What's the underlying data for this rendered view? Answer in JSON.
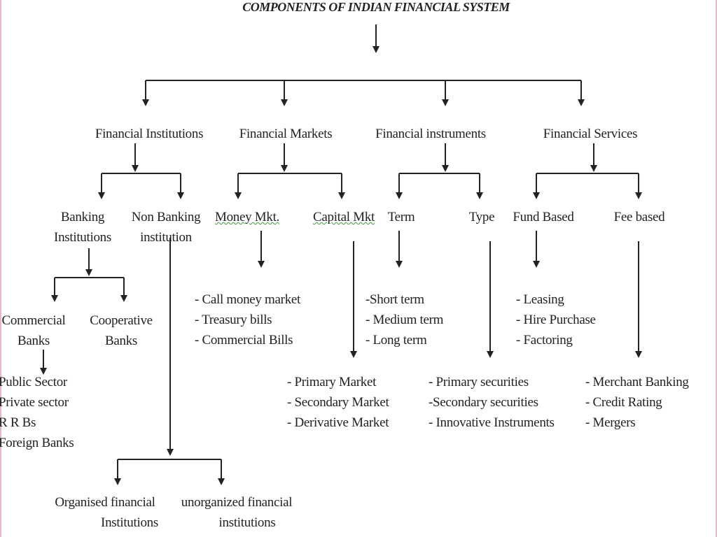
{
  "title": "COMPONENTS OF INDIAN FINANCIAL SYSTEM",
  "level1": [
    "Financial Institutions",
    "Financial Markets",
    "Financial instruments",
    "Financial Services"
  ],
  "institutions": {
    "banking": [
      "Banking",
      "Institutions"
    ],
    "non_banking": [
      "Non Banking",
      "institution"
    ],
    "commercial": [
      "Commercial",
      "Banks"
    ],
    "cooperative": [
      "Cooperative",
      "Banks"
    ],
    "commercial_types": [
      "Public Sector",
      "Private sector",
      "R R Bs",
      "Foreign Banks"
    ],
    "organised": [
      "Organised financial",
      "Institutions"
    ],
    "unorganized": [
      "unorganized financial",
      "institutions"
    ]
  },
  "markets": {
    "money": "Money Mkt.",
    "capital": "Capital Mkt",
    "money_items": [
      "- Call money market",
      "- Treasury bills",
      "- Commercial Bills"
    ],
    "capital_items": [
      "- Primary Market",
      "- Secondary Market",
      "- Derivative Market"
    ]
  },
  "instruments": {
    "term": "Term",
    "type": "Type",
    "term_items": [
      "-Short term",
      "- Medium term",
      "- Long term"
    ],
    "type_items": [
      "- Primary securities",
      "-Secondary securities",
      "- Innovative Instruments"
    ]
  },
  "services": {
    "fund": "Fund Based",
    "fee": "Fee based",
    "fund_items": [
      "- Leasing",
      "- Hire Purchase",
      "- Factoring"
    ],
    "fee_items": [
      "- Merchant Banking",
      "- Credit Rating",
      "- Mergers"
    ]
  }
}
